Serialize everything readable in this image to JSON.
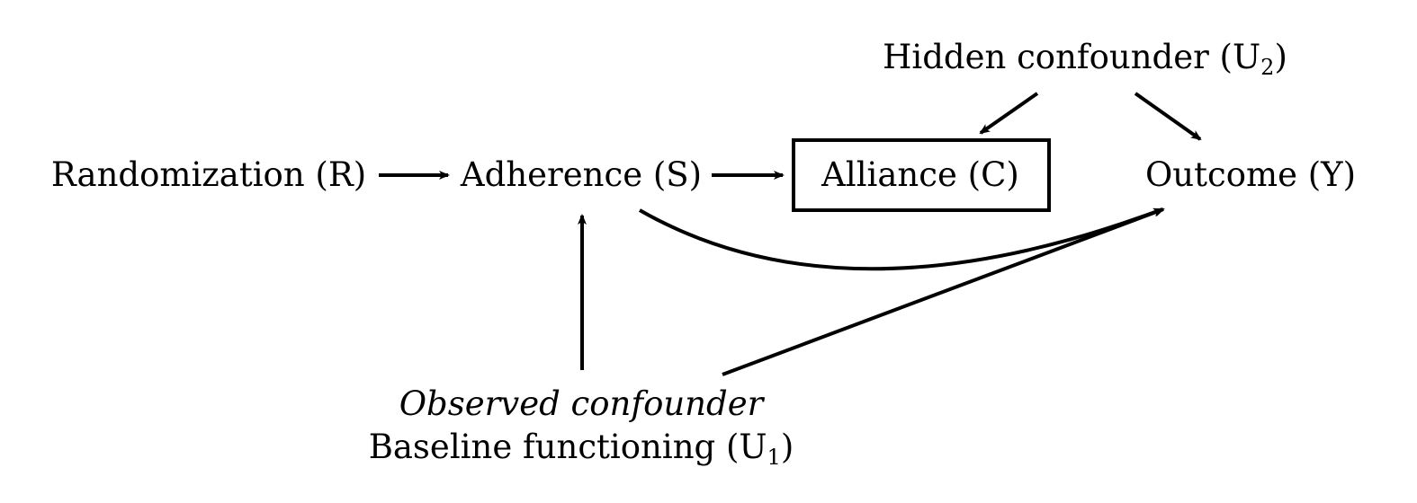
{
  "nodes": {
    "randomization": "Randomization (R)",
    "adherence": "Adherence (S)",
    "alliance": "Alliance (C)",
    "outcome": "Outcome (Y)",
    "hidden_confounder": {
      "text": "Hidden confounder (U",
      "subscript": "2",
      "close": ")"
    },
    "observed_confounder": {
      "caption": "Observed confounder",
      "text": "Baseline functioning (U",
      "subscript": "1",
      "close": ")"
    }
  },
  "colors": {
    "ink": "#000000",
    "background": "#ffffff"
  }
}
